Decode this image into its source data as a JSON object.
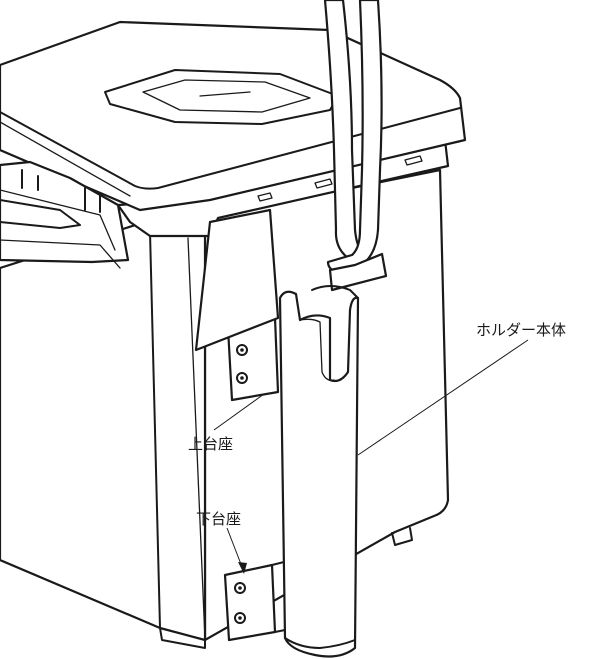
{
  "labels": {
    "holder_body": "ホルダー本体",
    "upper_mount": "上台座",
    "lower_mount": "下台座"
  },
  "colors": {
    "line": "#1a1a1a",
    "background": "#ffffff"
  }
}
